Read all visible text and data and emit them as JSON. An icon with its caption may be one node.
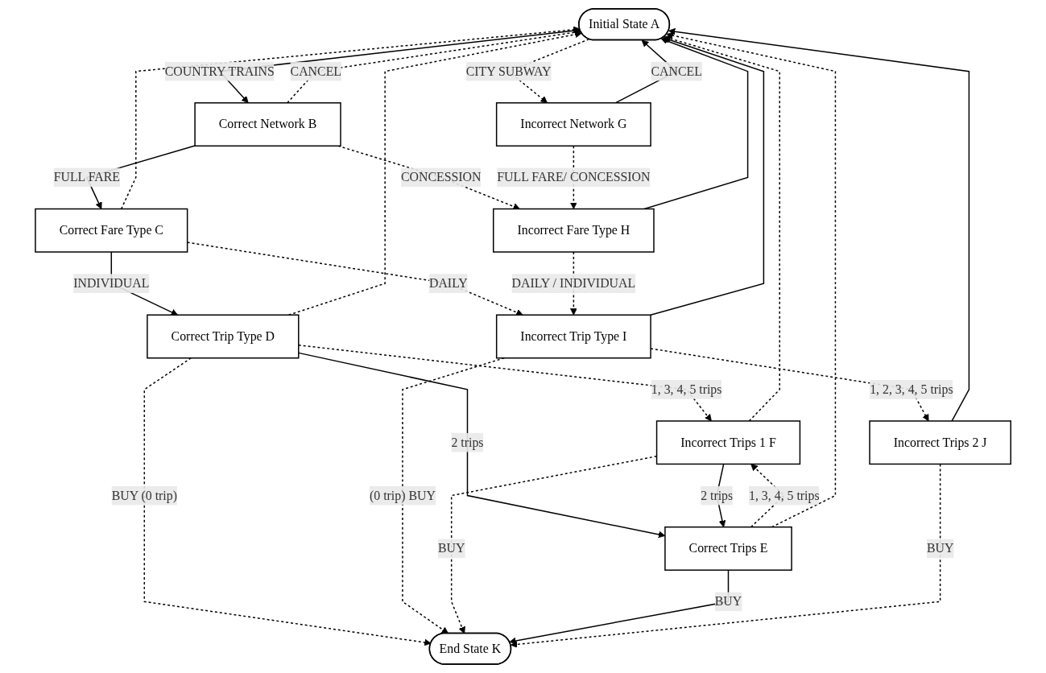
{
  "diagram": {
    "nodes": [
      {
        "text": [
          "Initial State A"
        ]
      },
      {
        "text": [
          "Correct Network B"
        ]
      },
      {
        "text": [
          "Incorrect Network G"
        ]
      },
      {
        "text": [
          "Correct Fare Type C"
        ]
      },
      {
        "text": [
          "Incorrect Fare Type H"
        ]
      },
      {
        "text": [
          "Correct Trip Type D"
        ]
      },
      {
        "text": [
          "Incorrect Trip Type I"
        ]
      },
      {
        "text": [
          "Incorrect Trips 1 F"
        ]
      },
      {
        "text": [
          "Correct Trips E"
        ]
      },
      {
        "text": [
          "Incorrect Trips 2 J"
        ]
      },
      {
        "text": [
          "End State K"
        ]
      }
    ],
    "edges": [
      {
        "from": 0,
        "to": 1,
        "arrow": "to",
        "label": "COUNTRY TRAINS"
      },
      {
        "from": 0,
        "to": 2,
        "arrow": "to",
        "label": "CITY SUBWAY",
        "style": "dashed"
      },
      {
        "from": 1,
        "to": 3,
        "arrow": "to",
        "label": "FULL FARE"
      },
      {
        "from": 1,
        "to": 4,
        "arrow": "to",
        "label": "CONCESSION",
        "style": "dashed"
      },
      {
        "from": 2,
        "to": 4,
        "arrow": "to",
        "label": "FULL FARE/ CONCESSION",
        "style": "dashed"
      },
      {
        "from": 3,
        "to": 5,
        "arrow": "to",
        "label": "INDIVIDUAL"
      },
      {
        "from": 3,
        "to": 6,
        "arrow": "to",
        "label": "DAILY",
        "style": "dashed"
      },
      {
        "from": 4,
        "to": 6,
        "arrow": "to",
        "label": "DAILY / INDIVIDUAL",
        "style": "dashed"
      },
      {
        "from": 5,
        "to": 7,
        "arrow": "to",
        "label": "1, 3, 4, 5 trips",
        "style": "dashed"
      },
      {
        "from": 5,
        "to": 8,
        "arrow": "to",
        "label": "2 trips"
      },
      {
        "from": 5,
        "to": 10,
        "arrow": "to",
        "label": "BUY (0 trip)",
        "style": "dashed"
      },
      {
        "from": 6,
        "to": 10,
        "arrow": "to",
        "label": "(0 trip) BUY",
        "style": "dashed"
      },
      {
        "from": 6,
        "to": 9,
        "arrow": "to",
        "label": "1, 2, 3, 4, 5 trips",
        "style": "dashed"
      },
      {
        "from": 7,
        "to": 8,
        "arrow": "to",
        "label": "2 trips"
      },
      {
        "from": 8,
        "to": 7,
        "arrow": "to",
        "label": "1, 3, 4, 5 trips",
        "style": "dashed"
      },
      {
        "from": 7,
        "to": 10,
        "arrow": "to",
        "label": "BUY",
        "style": "dashed"
      },
      {
        "from": 8,
        "to": 10,
        "arrow": "to",
        "label": "BUY"
      },
      {
        "from": 9,
        "to": 10,
        "arrow": "to",
        "label": "BUY",
        "style": "dashed"
      },
      {
        "from": 1,
        "to": 0,
        "arrow": "to",
        "label": "CANCEL",
        "style": "dashed"
      },
      {
        "from": 3,
        "to": 0,
        "arrow": "to",
        "style": "dashed"
      },
      {
        "from": 5,
        "to": 0,
        "arrow": "to",
        "style": "dashed"
      },
      {
        "from": 7,
        "to": 0,
        "arrow": "to",
        "style": "dashed"
      },
      {
        "from": 8,
        "to": 0,
        "arrow": "to",
        "style": "dashed"
      },
      {
        "from": 2,
        "to": 0,
        "arrow": "to",
        "label": "CANCEL"
      },
      {
        "from": 4,
        "to": 0,
        "arrow": "to"
      },
      {
        "from": 6,
        "to": 0,
        "arrow": "to"
      },
      {
        "from": 9,
        "to": 0,
        "arrow": "to"
      }
    ]
  }
}
